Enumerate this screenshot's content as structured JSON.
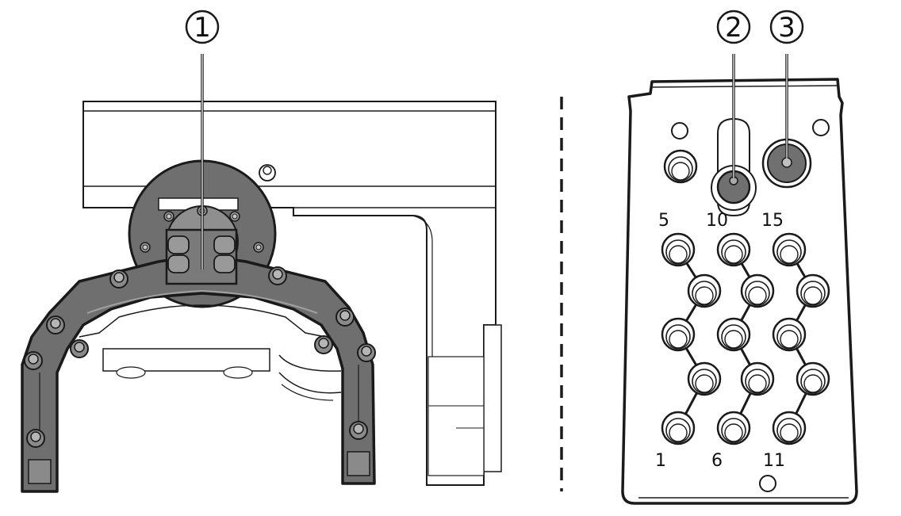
{
  "callouts": {
    "c1": "1",
    "c2": "2",
    "c3": "3"
  },
  "plate_numbers": {
    "n5": "5",
    "n10": "10",
    "n15": "15",
    "n1": "1",
    "n6": "6",
    "n11": "11"
  },
  "colors": {
    "line": "#1a1a1a",
    "bracket_fill": "#6f6f6f",
    "bracket_light": "#9a9a9a",
    "port_fill": "#707070",
    "background": "#ffffff"
  }
}
